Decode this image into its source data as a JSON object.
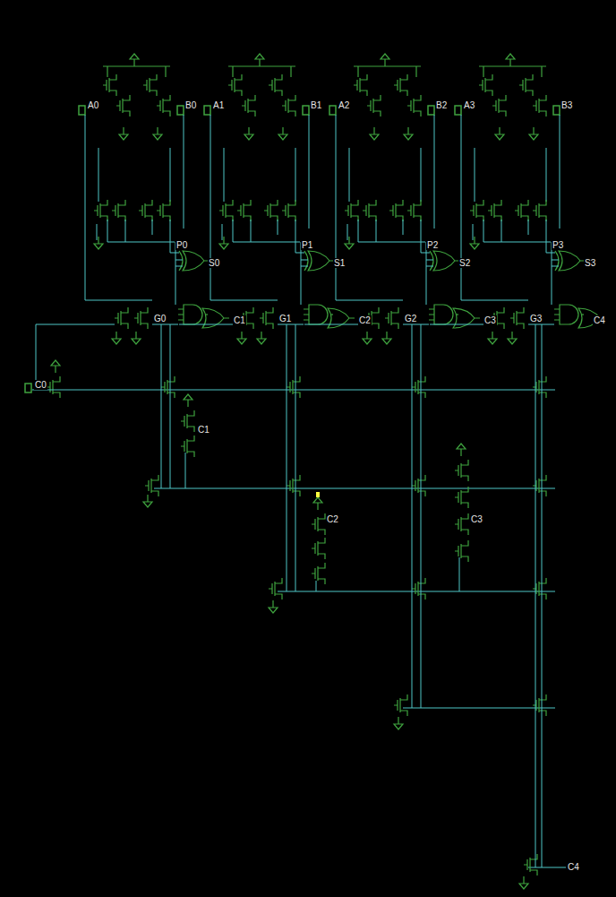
{
  "diagram": {
    "labels": [
      "A0",
      "B0",
      "A1",
      "B1",
      "A2",
      "B2",
      "A3",
      "B3",
      "P0",
      "S0",
      "P1",
      "S1",
      "P2",
      "S2",
      "P3",
      "S3",
      "G0",
      "C1",
      "G1",
      "C2",
      "G2",
      "C3",
      "G3",
      "C4",
      "C0",
      "C1",
      "C2",
      "C3",
      "C4"
    ]
  }
}
